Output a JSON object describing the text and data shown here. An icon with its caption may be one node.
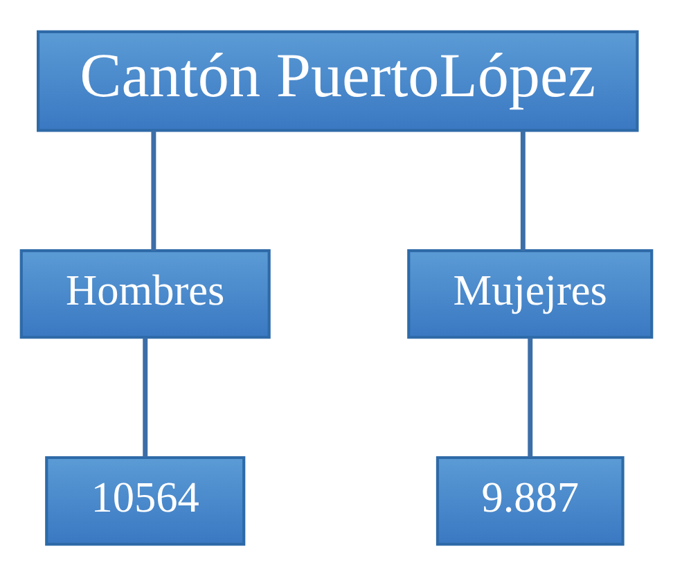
{
  "diagram": {
    "nodes": [
      {
        "text": [
          "Cantón PuertoLópez"
        ]
      },
      {
        "text": [
          "Hombres"
        ]
      },
      {
        "text": [
          "Mujejres"
        ]
      },
      {
        "text": [
          "10564"
        ]
      },
      {
        "text": [
          "9.887"
        ]
      }
    ],
    "edges": [
      {
        "from": 0,
        "to": 1,
        "arrow": "none"
      },
      {
        "from": 0,
        "to": 2,
        "arrow": "none"
      },
      {
        "from": 1,
        "to": 3,
        "arrow": "none"
      },
      {
        "from": 2,
        "to": 4,
        "arrow": "none"
      }
    ]
  }
}
